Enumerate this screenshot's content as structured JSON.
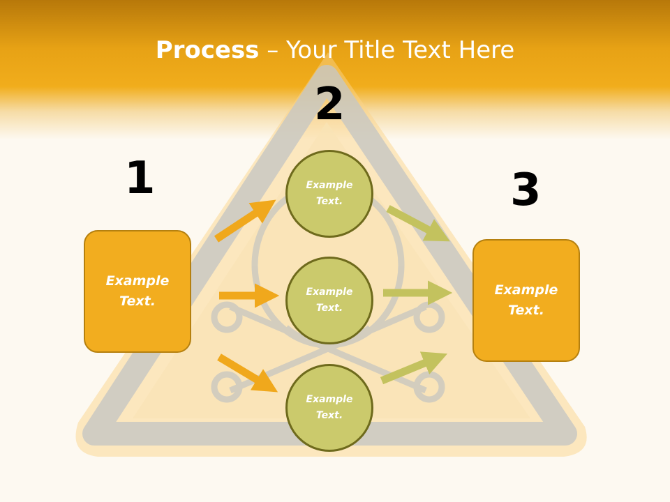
{
  "slide": {
    "title_bold": "Process",
    "title_rest": " – Your Title Text Here"
  },
  "steps": [
    {
      "number": "1",
      "text": "Example Text."
    },
    {
      "number": "2",
      "text": "Example Text."
    },
    {
      "number": "3",
      "text": "Example Text."
    }
  ],
  "circles": [
    {
      "text": "Example Text."
    },
    {
      "text": "Example Text."
    },
    {
      "text": "Example Text."
    }
  ],
  "colors": {
    "header": "#f1ad1c",
    "box_fill": "#f2ad1f",
    "circle_fill": "#cbca6c",
    "arrow_orange": "#f0a81c",
    "arrow_green": "#c3c25e"
  },
  "icons": [
    "warning-triangle-icon",
    "skull-crossbones-icon"
  ]
}
